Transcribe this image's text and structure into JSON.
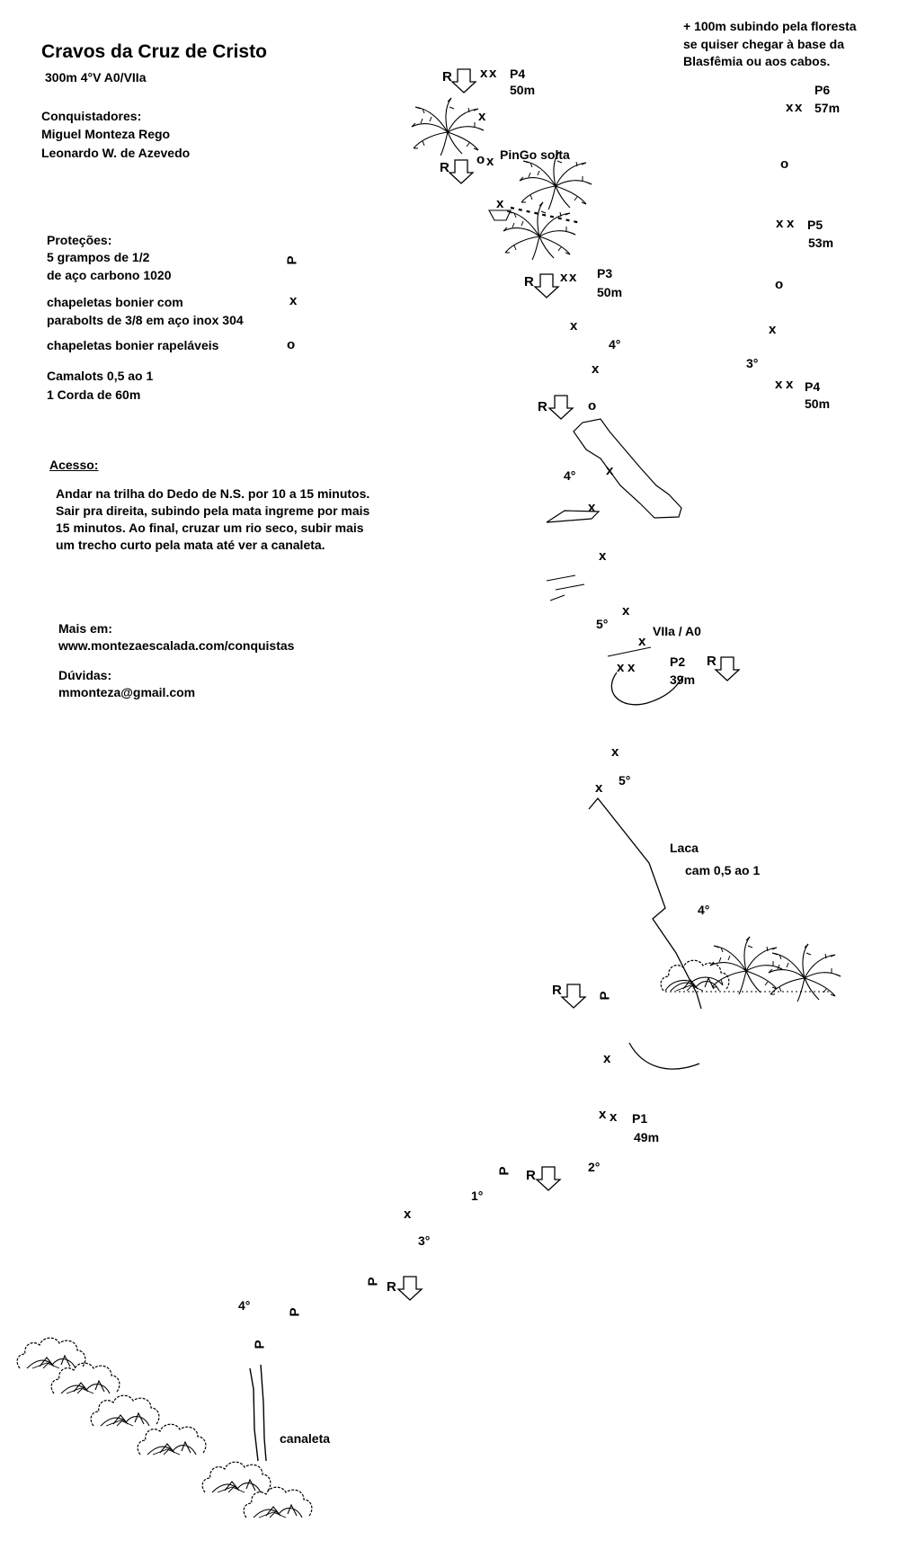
{
  "header": {
    "title": "Cravos da Cruz de Cristo",
    "subtitle": "300m  4°V A0/VIIa",
    "conquistadores_label": "Conquistadores:",
    "conquistadores": [
      "Miguel Monteza Rego",
      "Leonardo W. de Azevedo"
    ]
  },
  "protections": {
    "label": "Proteções:",
    "items": [
      {
        "lines": [
          "5 grampos de 1/2",
          "de aço carbono 1020"
        ],
        "symbol": "P"
      },
      {
        "lines": [
          "chapeletas bonier com",
          "parabolts de 3/8 em aço inox 304"
        ],
        "symbol": "x"
      },
      {
        "lines": [
          "chapeletas bonier rapeláveis"
        ],
        "symbol": "o"
      }
    ],
    "gear": [
      "Camalots  0,5 ao 1",
      " 1 Corda de 60m"
    ]
  },
  "access": {
    "label": "Acesso:",
    "lines": [
      "Andar na trilha do Dedo de N.S. por 10 a 15 minutos.",
      "Sair pra direita, subindo pela mata ingreme por mais",
      "15 minutos. Ao final, cruzar um rio seco, subir mais",
      "um trecho curto pela mata até ver a canaleta."
    ]
  },
  "more": {
    "label": "Mais em:",
    "url": "www.montezaescalada.com/conquistas",
    "doubts_label": "Dúvidas:",
    "email": "mmonteza@gmail.com"
  },
  "note": [
    "+ 100m subindo pela floresta",
    "se quiser chegar à base da",
    "Blasfêmia ou aos cabos."
  ],
  "topo": {
    "symbols": {
      "bolt": "x",
      "rappel_bolt": "o",
      "piton": "P",
      "rappel": "R"
    },
    "belays": [
      {
        "name": "P1",
        "length": "49m"
      },
      {
        "name": "P2",
        "length": "39m"
      },
      {
        "name": "P3",
        "length": "50m"
      },
      {
        "name": "P4",
        "length": "50m"
      },
      {
        "name": "P4",
        "length": "50m"
      },
      {
        "name": "P5",
        "length": "53m"
      },
      {
        "name": "P6",
        "length": "57m"
      }
    ],
    "grades": [
      "4°",
      "3°",
      "1°",
      "2°",
      "4°",
      "5°",
      "5°",
      "VIIa / A0",
      "4°",
      "4°",
      "3°"
    ],
    "labels": {
      "canaleta": "canaleta",
      "laca": "Laca",
      "laca_gear": "cam 0,5 ao 1",
      "pingo": "PinGo solta"
    }
  }
}
